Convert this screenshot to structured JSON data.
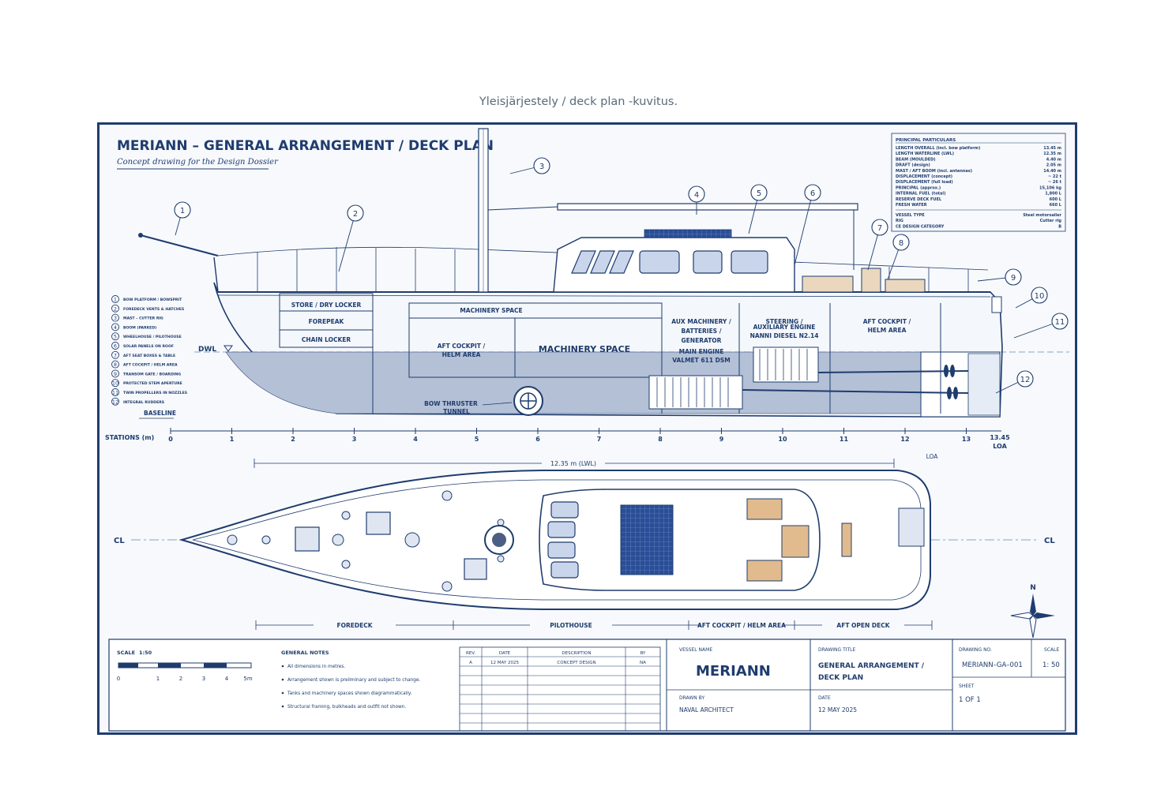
{
  "caption": "Yleisjärjestely / deck plan -kuvitus.",
  "drawing": {
    "title": "MERIANN – GENERAL ARRANGEMENT / DECK PLAN",
    "subtitle": "Concept drawing for the Design Dossier",
    "particulars": {
      "heading": "PRINCIPAL PARTICULARS",
      "rows": [
        {
          "label": "LENGTH OVERALL (incl. bow platform)",
          "value": "13.45 m"
        },
        {
          "label": "LENGTH WATERLINE (LWL)",
          "value": "12.35 m"
        },
        {
          "label": "BEAM (MOULDED)",
          "value": "4.40 m"
        },
        {
          "label": "DRAFT (design)",
          "value": "2.05 m"
        },
        {
          "label": "MAST / AFT BOOM (incl. antennas)",
          "value": "14.40 m"
        },
        {
          "label": "DISPLACEMENT (concept)",
          "value": "~ 22 t"
        },
        {
          "label": "DISPLACEMENT (full load)",
          "value": "~ 26 t"
        },
        {
          "label": "PRINCIPAL (approx.)",
          "value": "15,106 kg"
        },
        {
          "label": "INTERNAL FUEL (total)",
          "value": "1,800 L"
        },
        {
          "label": "RESERVE DECK FUEL",
          "value": "600 L"
        },
        {
          "label": "FRESH WATER",
          "value": "660 L"
        }
      ],
      "rows2": [
        {
          "label": "VESSEL TYPE",
          "value": "Steel motorsailer"
        },
        {
          "label": "RIG",
          "value": "Cutter rig"
        },
        {
          "label": "CE DESIGN CATEGORY",
          "value": "B"
        }
      ]
    },
    "legend": [
      "BOW PLATFORM / BOWSPRIT",
      "FOREDECK VENTS & HATCHES",
      "MAST – CUTTER RIG",
      "BOOM (PARKED)",
      "WHEELHOUSE / PILOTHOUSE",
      "SOLAR PANELS ON ROOF",
      "AFT SEAT BOXES & TABLE",
      "AFT COCKPIT / HELM AREA",
      "TRANSOM GATE / BOARDING",
      "PROTECTED STEM APERTURE",
      "TWIN PROPELLERS IN NOZZLES",
      "INTEGRAL RUDDERS"
    ],
    "callouts": [
      "1",
      "2",
      "3",
      "4",
      "5",
      "6",
      "7",
      "8",
      "9",
      "10",
      "11",
      "12"
    ],
    "profile_labels": {
      "store": "STORE / DRY LOCKER",
      "forepeak": "FOREPEAK",
      "chain": "CHAIN LOCKER",
      "machinery_top": "MACHINERY SPACE",
      "aft_cockpit_1": "AFT COCKPIT /",
      "aft_cockpit_2": "HELM AREA",
      "machinery_main": "MACHINERY SPACE",
      "aux_1": "AUX MACHINERY /",
      "aux_2": "BATTERIES /",
      "aux_3": "GENERATOR",
      "main_engine_1": "MAIN ENGINE",
      "main_engine_2": "VALMET 611 DSM",
      "steering": "STEERING /",
      "aux_engine_1": "AUXILIARY ENGINE",
      "aux_engine_2": "NANNI DIESEL N2.14",
      "aft_cockpit_r1": "AFT COCKPIT /",
      "aft_cockpit_r2": "HELM AREA",
      "bow_thruster_1": "BOW THRUSTER",
      "bow_thruster_2": "TUNNEL",
      "dwl": "DWL",
      "baseline": "BASELINE",
      "stations": "STATIONS (m)"
    },
    "stations": [
      "0",
      "1",
      "2",
      "3",
      "4",
      "5",
      "6",
      "7",
      "8",
      "9",
      "10",
      "11",
      "12",
      "13"
    ],
    "loa_value": "13.45",
    "loa_label": "LOA",
    "loa_label2": "LOA",
    "lwl_dim": "12.35 m (LWL)",
    "cl": "CL",
    "zones": [
      "FOREDECK",
      "PILOTHOUSE",
      "AFT COCKPIT / HELM AREA",
      "AFT OPEN DECK"
    ],
    "north": "N",
    "title_block": {
      "scale_label": "SCALE",
      "scale_value": "1:50",
      "scale_ticks": [
        "0",
        "1",
        "2",
        "3",
        "4",
        "5m"
      ],
      "notes_heading": "GENERAL NOTES",
      "notes": [
        "All dimensions in metres.",
        "Arrangement shown is preliminary and subject to change.",
        "Tanks and machinery spaces shown diagrammatically.",
        "Structural framing, bulkheads and outfit not shown."
      ],
      "rev_headers": [
        "REV.",
        "DATE",
        "DESCRIPTION",
        "BY"
      ],
      "rev_row": [
        "A",
        "12 MAY 2025",
        "CONCEPT DESIGN",
        "NA"
      ],
      "vessel_name_label": "VESSEL NAME",
      "vessel_name": "MERIANN",
      "drawn_by_label": "DRAWN BY",
      "drawn_by": "NAVAL ARCHITECT",
      "drawing_title_label": "DRAWING TITLE",
      "drawing_title_1": "GENERAL ARRANGEMENT /",
      "drawing_title_2": "DECK PLAN",
      "date_label": "DATE",
      "date": "12 MAY 2025",
      "drawing_no_label": "DRAWING NO.",
      "drawing_no": "MERIANN–GA–001",
      "scale2_label": "SCALE",
      "scale2_value": "1: 50",
      "sheet_label": "SHEET",
      "sheet_value": "1 OF 1"
    }
  }
}
